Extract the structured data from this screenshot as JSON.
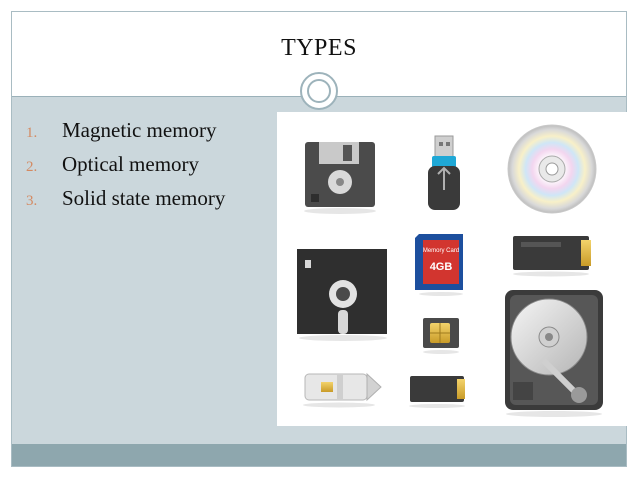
{
  "slide": {
    "title": "TYPES",
    "items": [
      {
        "number": "1.",
        "text": "Magnetic memory"
      },
      {
        "number": "2.",
        "text": "Optical memory"
      },
      {
        "number": "3.",
        "text": "Solid state memory"
      }
    ],
    "photo": {
      "sd_card_label": "Memory Card",
      "sd_card_capacity": "4GB",
      "icons": [
        "floppy-disk-3.5-icon",
        "usb-flash-drive-icon",
        "optical-disc-icon",
        "floppy-disk-5.25-icon",
        "sd-card-icon",
        "memory-card-icon",
        "sim-card-icon",
        "hard-disk-drive-icon",
        "card-reader-icon",
        "micro-sd-card-icon"
      ]
    },
    "colors": {
      "background": "#cbd7dc",
      "title_band": "#ffffff",
      "footer": "#8ea7ae",
      "numbering": "#d48a62"
    }
  }
}
